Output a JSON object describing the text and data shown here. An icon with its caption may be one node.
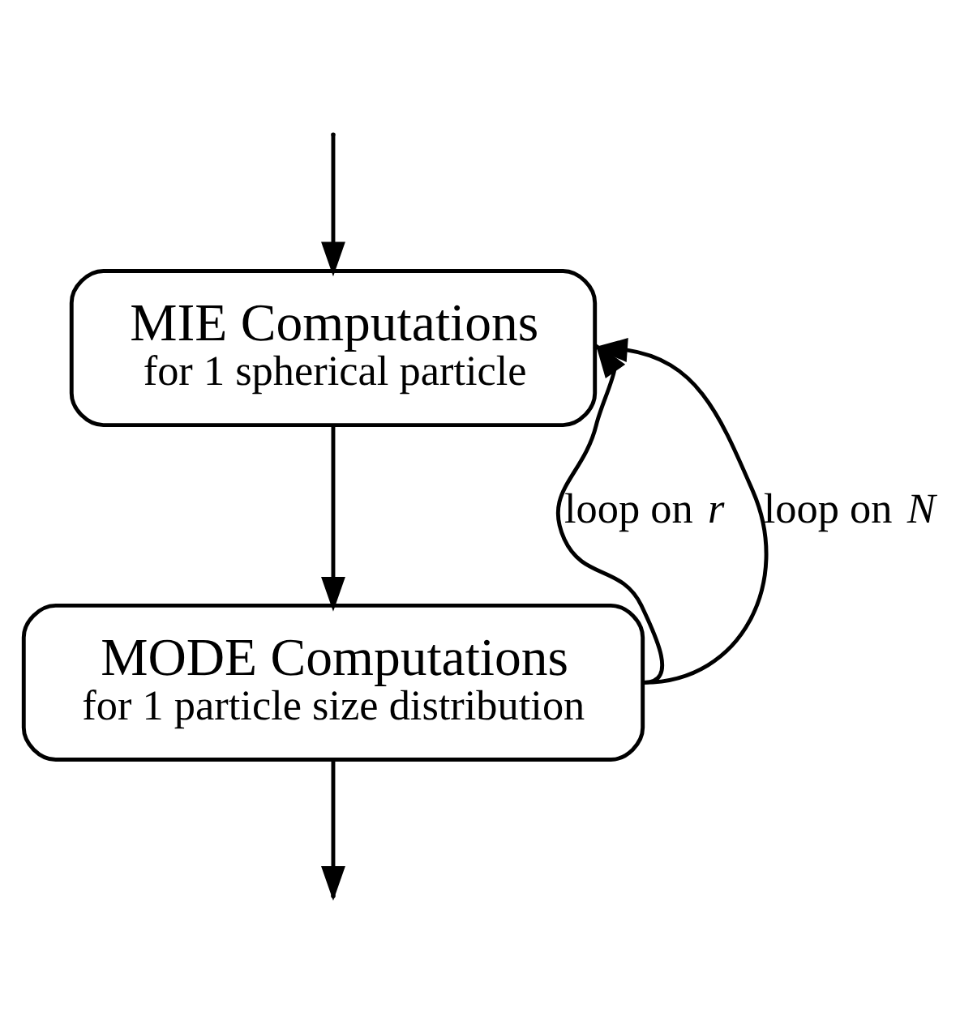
{
  "diagram": {
    "nodes": [
      {
        "text": [
          "MIE Computations",
          "for 1 spherical particle"
        ]
      },
      {
        "text": [
          "MODE Computations",
          "for 1 particle size distribution"
        ]
      }
    ],
    "edges": [
      {
        "from": null,
        "to": 0,
        "arrow": "to"
      },
      {
        "from": 0,
        "to": 1,
        "arrow": "to"
      },
      {
        "from": 1,
        "to": 0,
        "arrow": "to",
        "label": "loop on *r*"
      },
      {
        "from": 1,
        "to": 0,
        "arrow": "to",
        "label": "loop on *N*"
      },
      {
        "from": 1,
        "to": null,
        "arrow": "to"
      }
    ]
  }
}
